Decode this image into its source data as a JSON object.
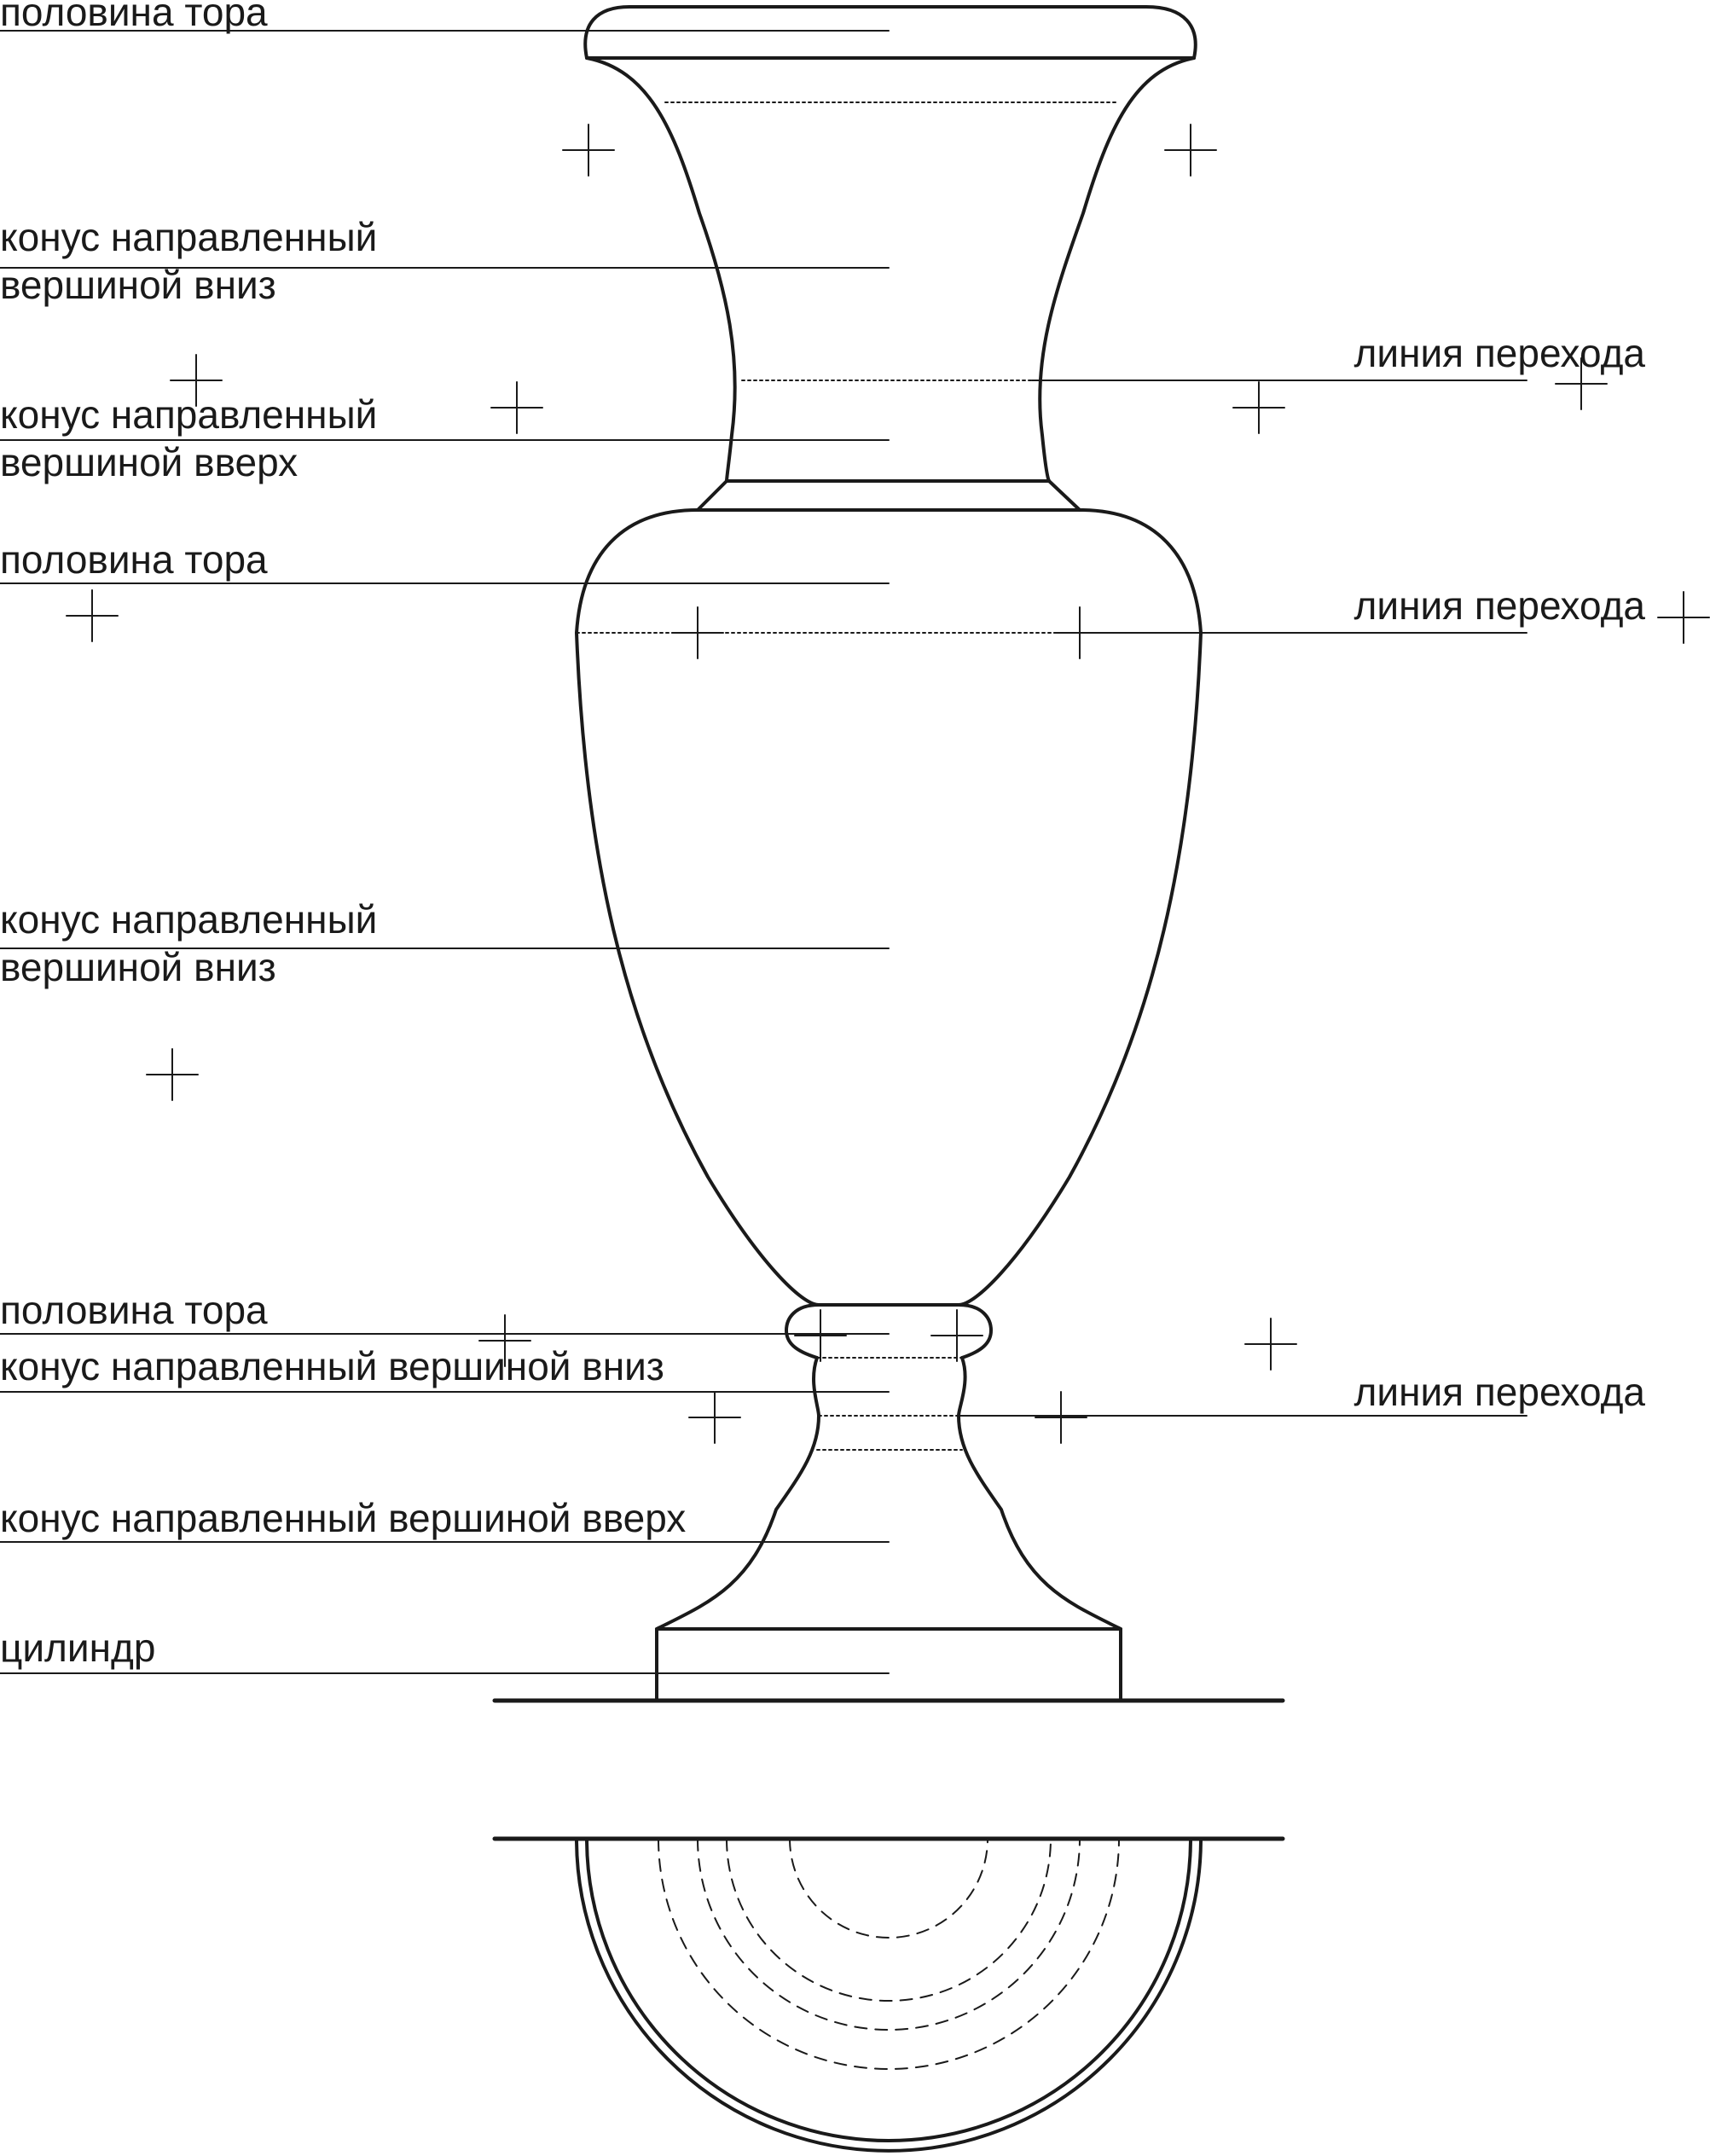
{
  "labels": {
    "torus_top": "половина тора",
    "neck_cone_down_1": "конус направленный",
    "neck_cone_down_2": "вершиной вниз",
    "neck_transition": "линия перехода",
    "neck_cone_up_1": "конус направленный",
    "neck_cone_up_2": "вершиной вверх",
    "shoulder_torus": "половина тора",
    "shoulder_transition": "линия перехода",
    "body_cone_down_1": "конус направленный",
    "body_cone_down_2": "вершиной вниз",
    "foot_torus": "половина тора",
    "foot_cone_down": "конус направленный вершиной вниз",
    "foot_transition": "линия перехода",
    "foot_cone_up": "конус направленный вершиной вверх",
    "base_cylinder": "цилиндр"
  },
  "colors": {
    "line": "#1a1a1a",
    "background": "#ffffff"
  }
}
